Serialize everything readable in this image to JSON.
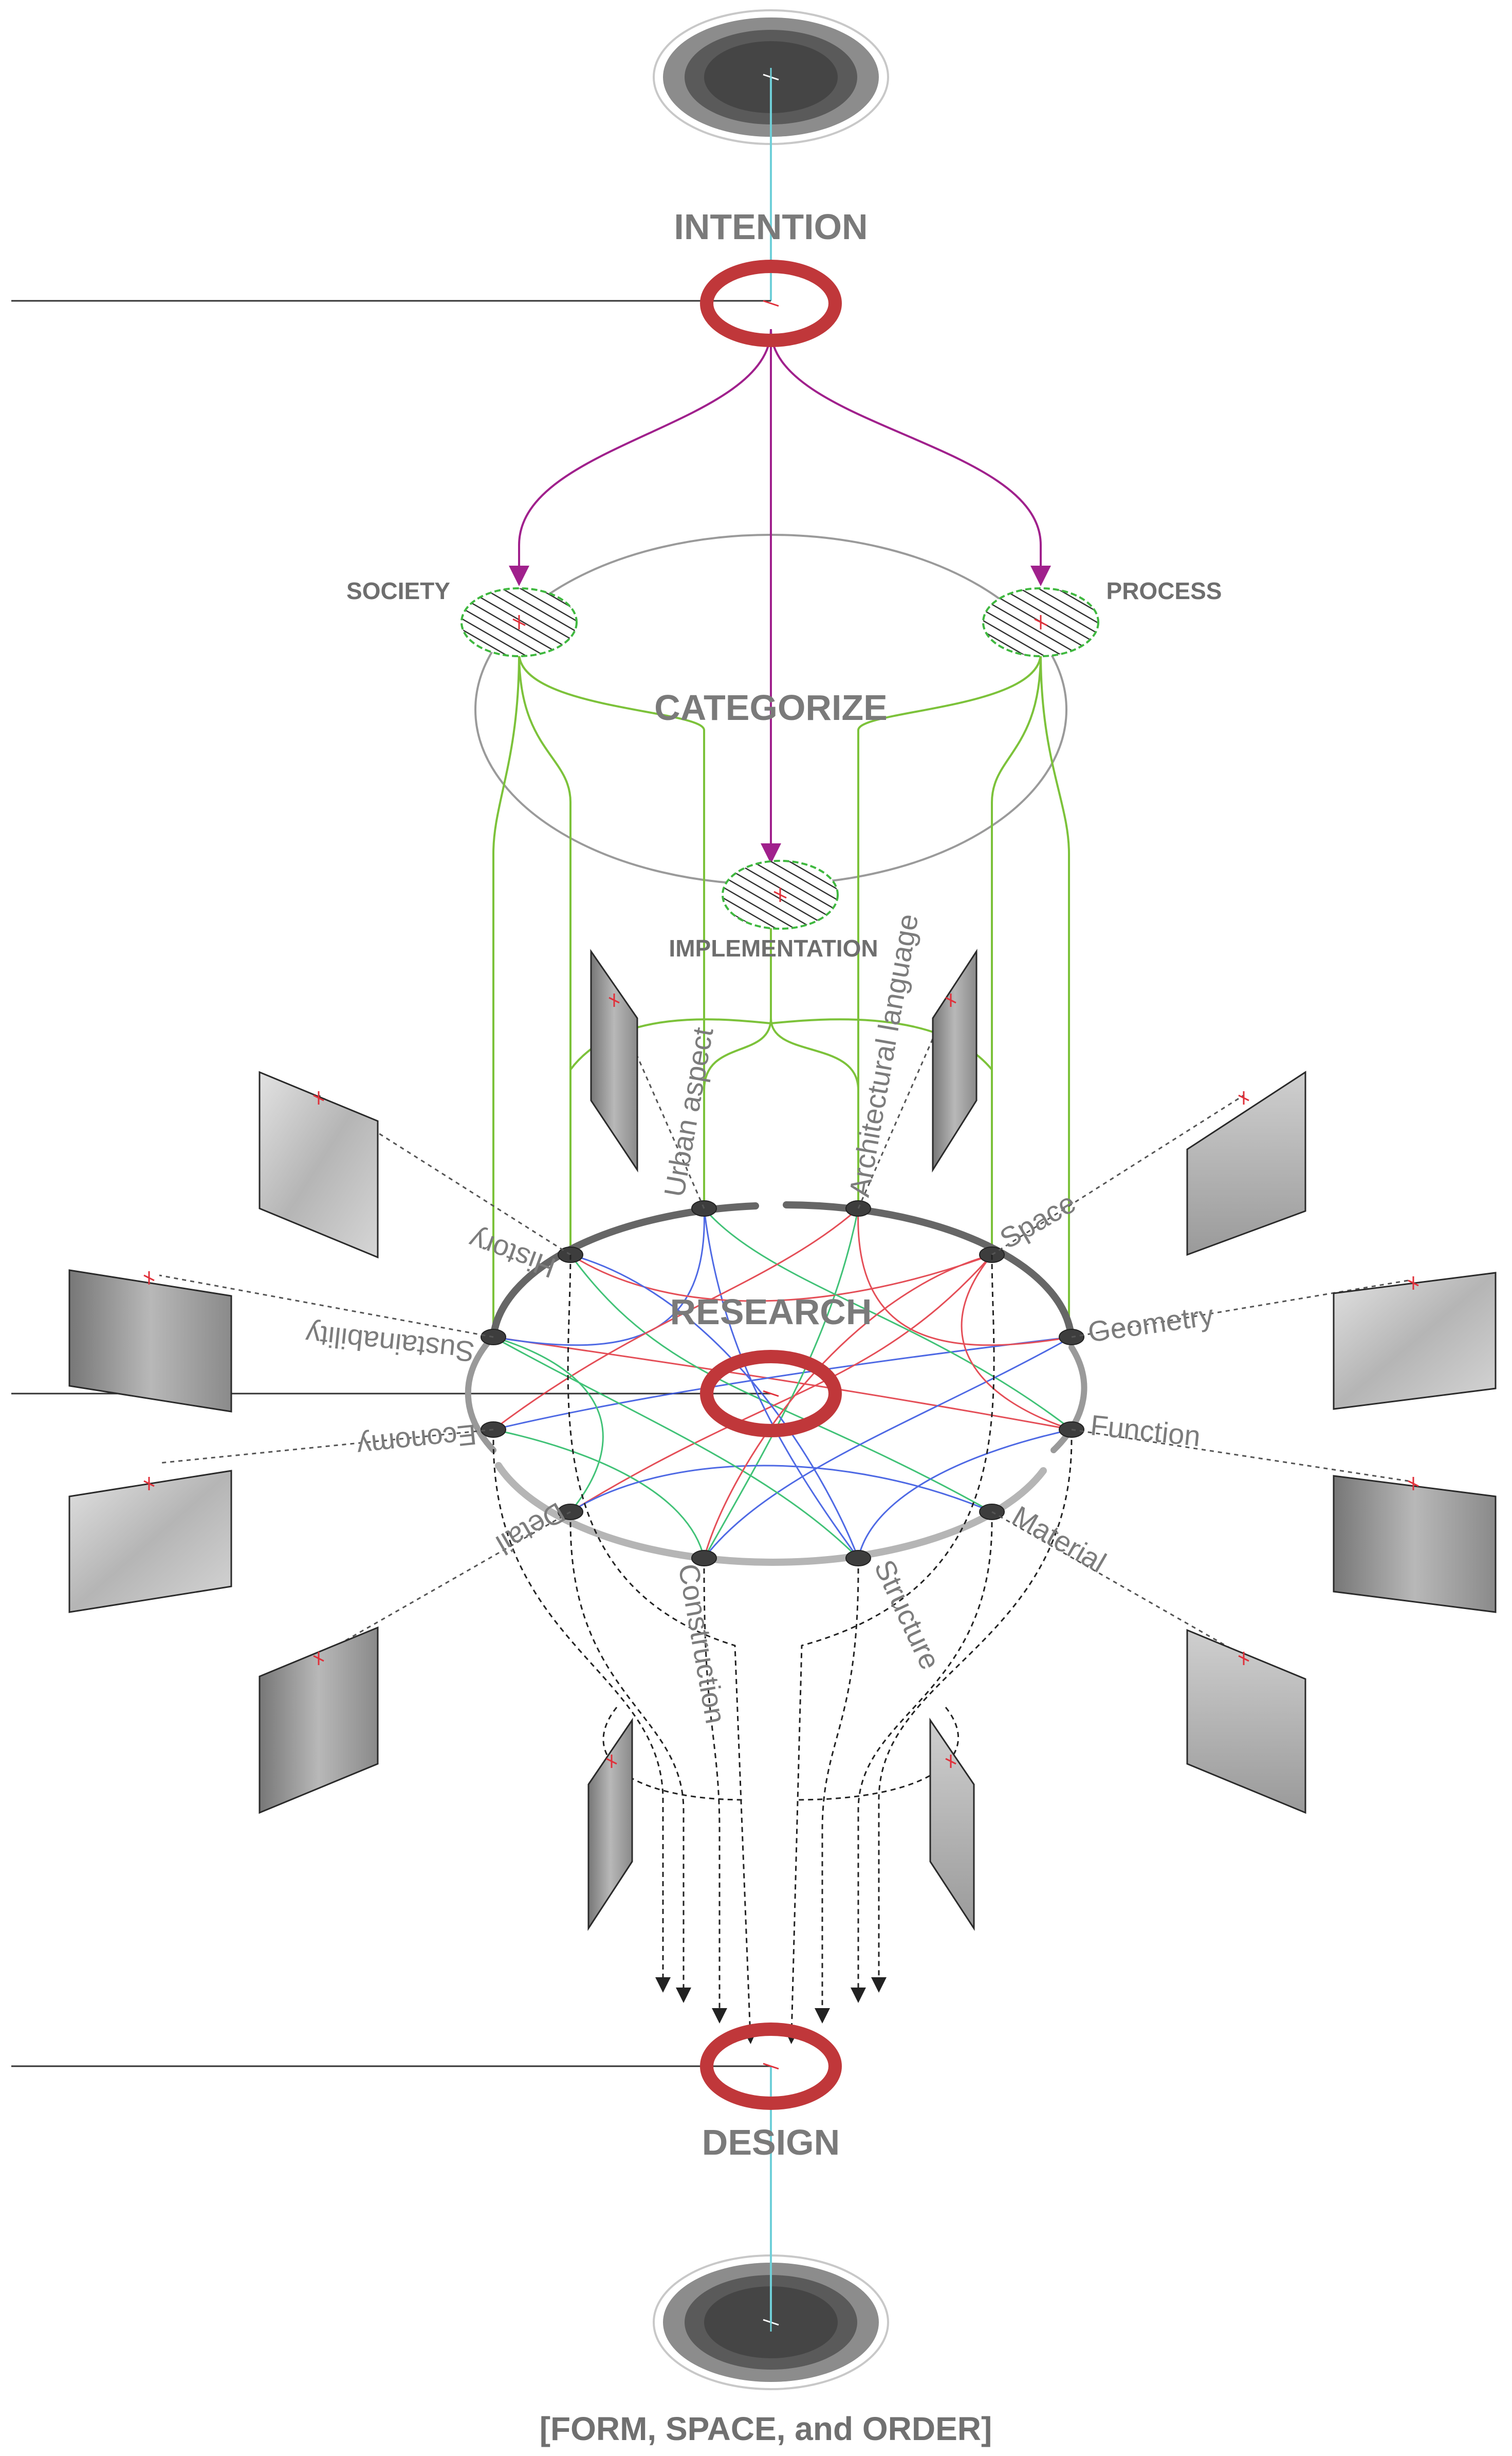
{
  "stages": {
    "intention": "INTENTION",
    "categorize": "CATEGORIZE",
    "research": "RESEARCH",
    "design": "DESIGN"
  },
  "categories": {
    "society": "SOCIETY",
    "process": "PROCESS",
    "implementation": "IMPLEMENTATION"
  },
  "topics": {
    "urban_aspect": "Urban aspect",
    "architectural_language": "Architectural language",
    "history": "History",
    "space": "Space",
    "sustainability": "Sustainability",
    "geometry": "Geometry",
    "economy": "Economy",
    "function": "Function",
    "detail": "Detail",
    "material": "Material",
    "construction": "Construction",
    "structure": "Structure"
  },
  "footer": "[FORM, SPACE, and ORDER]",
  "colors": {
    "ring": "#c0373a",
    "category_outline": "#3fb83f",
    "flow_green": "#7cc23a",
    "flow_purple": "#a0208c",
    "axis_cyan": "#6fcfd8",
    "link_red": "#e0303a",
    "link_blue": "#3050e0",
    "link_green": "#20b860",
    "dark_disc": "#4d4d4d"
  }
}
